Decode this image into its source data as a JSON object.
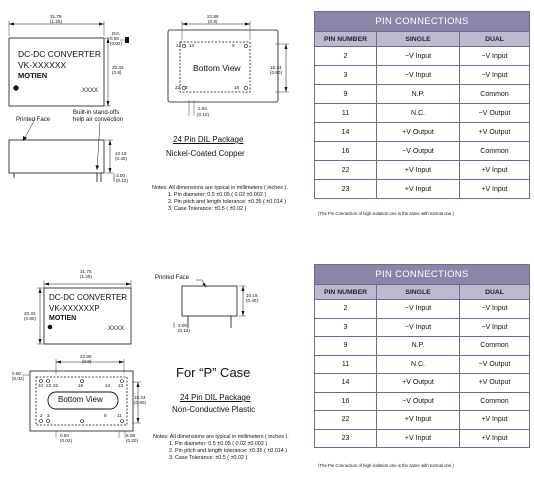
{
  "top": {
    "module": {
      "line1": "DC-DC CONVERTER",
      "line2": "VK-XXXXXX",
      "brand": "MOTIEN",
      "code": "XXXX"
    },
    "dims": {
      "width": "31.75",
      "width_in": "(1.25)",
      "height": "20.32",
      "height_in": "(0.8)",
      "d_a": "DIA",
      "d_b": "0.50",
      "d_c": "(0.02)",
      "bv_width": "22.86",
      "bv_width_in": "(0.9)",
      "bv_height": "15.24",
      "bv_height_in": "(0.60)",
      "pitch": "2.54",
      "pitch_in": "(0.10)",
      "side_h": "10.16",
      "side_h_in": "(0.40)",
      "lead": "3.00",
      "lead_in": "(0.12)"
    },
    "bottom_view": {
      "label": "Bottom View",
      "pins": {
        "p24": "24",
        "p13": "13",
        "p9": "9",
        "p22": "22",
        "p2": "2",
        "p16": "16"
      }
    },
    "labels": {
      "printed_face": "Printed Face",
      "standoff1": "Built-in stand-offs",
      "standoff2": "help air convection"
    },
    "package": {
      "name": "24 Pin DIL Package",
      "material": "Nickel-Coated Copper"
    },
    "notes": [
      "Notes: All dimensions are typical in millimeters ( inches ).",
      "1. Pin diameter: 0.5 ±0.05 ( 0.02 ±0.002 )",
      "2. Pin pitch and length tolerance: ±0.35 ( ±0.014 )",
      "3. Case Tolerance: ±0.5 ( ±0.02 )"
    ],
    "table": {
      "title": "PIN CONNECTIONS",
      "headers": [
        "PIN NUMBER",
        "SINGLE",
        "DUAL"
      ],
      "rows": [
        [
          "2",
          "−V Input",
          "−V Input"
        ],
        [
          "3",
          "−V Input",
          "−V Input"
        ],
        [
          "9",
          "N.P.",
          "Common"
        ],
        [
          "11",
          "N.C.",
          "−V Output"
        ],
        [
          "14",
          "+V Output",
          "+V Output"
        ],
        [
          "16",
          "−V Output",
          "Common"
        ],
        [
          "22",
          "+V Input",
          "+V Input"
        ],
        [
          "23",
          "+V Input",
          "+V Input"
        ]
      ],
      "footnote": "(The Pin Connection of high isolation one is the same with normal one.)"
    }
  },
  "bottom": {
    "module": {
      "line1": "DC-DC CONVERTER",
      "line2": "VK-XXXXXXP",
      "brand": "MOTIEN",
      "code": "XXXX"
    },
    "dims": {
      "width": "31.75",
      "width_in": "(1.25)",
      "height": "20.32",
      "height_in": "(0.80)",
      "side_h": "10.16",
      "side_h_in": "(0.40)",
      "lead": "3.00",
      "lead_in": "(0.12)",
      "bv_width": "22.86",
      "bv_width_in": "(0.9)",
      "bv_height": "15.24",
      "bv_height_in": "(0.60)",
      "left": "0.50",
      "left_in": "(0.02)",
      "pin_x": "0.50",
      "pin_x_in": "(0.02)",
      "pitch": "5.08",
      "pitch_in": "(0.20)"
    },
    "bottom_view": {
      "label": "Bottom View",
      "pins": {
        "p24": "24",
        "p23": "23",
        "p22": "22",
        "p16": "16",
        "p14": "14",
        "p13": "13",
        "p2": "2",
        "p3": "3",
        "p9": "9",
        "p11": "11"
      }
    },
    "labels": {
      "printed_face": "Printed Face"
    },
    "case_title": "For “P” Case",
    "package": {
      "name": "24 Pin DIL Package",
      "material": "Non-Conductive Plastic"
    },
    "notes": [
      "Notes: All dimensions are typical in millimeters ( inches ).",
      "1. Pin diameter: 0.5 ±0.05 ( 0.02 ±0.002 )",
      "2. Pin pitch and length tolerance: ±0.35 ( ±0.014 )",
      "3. Case Tolerance: ±0.5 ( ±0.02 )"
    ],
    "table": {
      "title": "PIN CONNECTIONS",
      "headers": [
        "PIN NUMBER",
        "SINGLE",
        "DUAL"
      ],
      "rows": [
        [
          "2",
          "−V Input",
          "−V Input"
        ],
        [
          "3",
          "−V Input",
          "−V Input"
        ],
        [
          "9",
          "N.P.",
          "Common"
        ],
        [
          "11",
          "N.C.",
          "−V Output"
        ],
        [
          "14",
          "+V Output",
          "+V Output"
        ],
        [
          "16",
          "−V Output",
          "Common"
        ],
        [
          "22",
          "+V Input",
          "+V Input"
        ],
        [
          "23",
          "+V Input",
          "+V Input"
        ]
      ],
      "footnote": "(The Pin Connection of high isolation one is the same with normal one.)"
    }
  }
}
